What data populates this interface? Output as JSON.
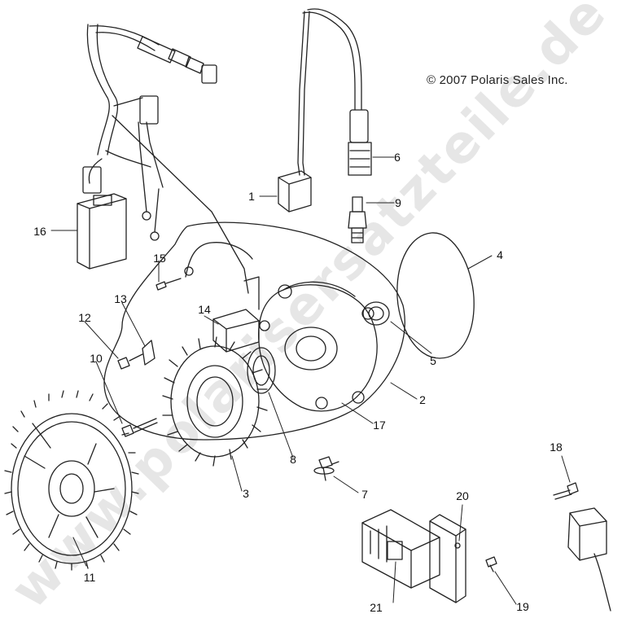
{
  "copyright": "© 2007 Polaris Sales Inc.",
  "watermark": "www.polarisersatzteile.de",
  "callouts": [
    {
      "id": "1",
      "label": "1"
    },
    {
      "id": "2",
      "label": "2"
    },
    {
      "id": "3",
      "label": "3"
    },
    {
      "id": "4",
      "label": "4"
    },
    {
      "id": "5",
      "label": "5"
    },
    {
      "id": "6",
      "label": "6"
    },
    {
      "id": "7",
      "label": "7"
    },
    {
      "id": "8",
      "label": "8"
    },
    {
      "id": "9",
      "label": "9"
    },
    {
      "id": "10",
      "label": "10"
    },
    {
      "id": "11",
      "label": "11"
    },
    {
      "id": "12",
      "label": "12"
    },
    {
      "id": "13",
      "label": "13"
    },
    {
      "id": "14",
      "label": "14"
    },
    {
      "id": "15",
      "label": "15"
    },
    {
      "id": "16",
      "label": "16"
    },
    {
      "id": "17",
      "label": "17"
    },
    {
      "id": "18",
      "label": "18"
    },
    {
      "id": "19",
      "label": "19"
    },
    {
      "id": "20",
      "label": "20"
    },
    {
      "id": "21",
      "label": "21"
    }
  ]
}
